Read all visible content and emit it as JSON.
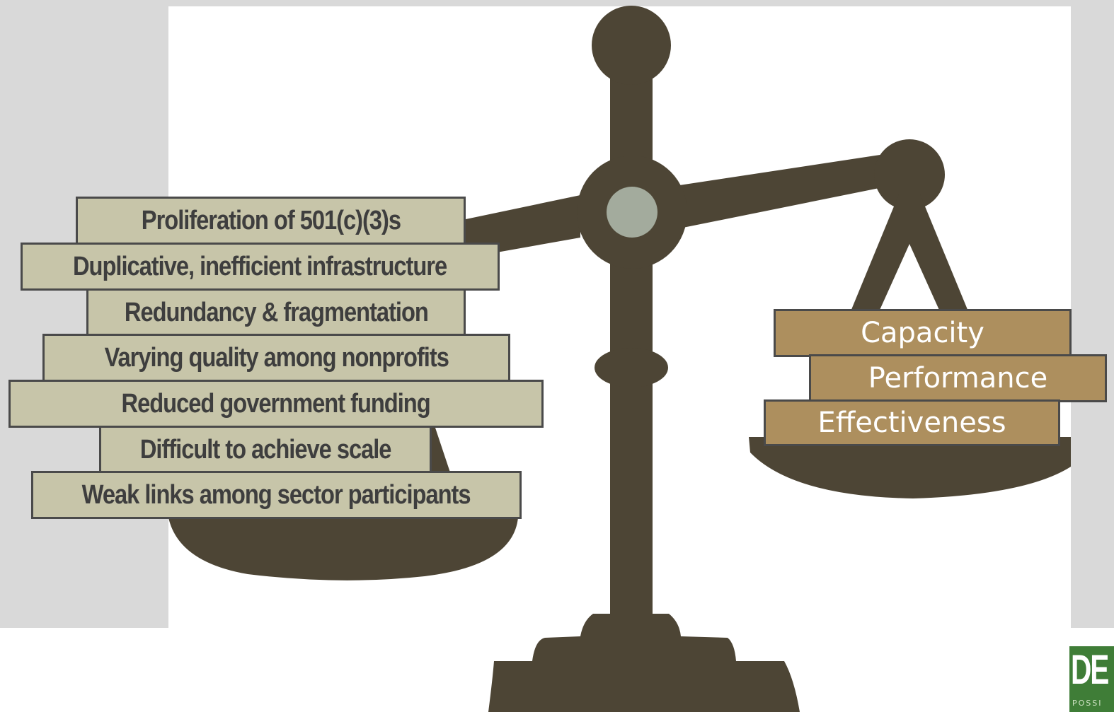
{
  "colors": {
    "background_gray": "#d9d9d9",
    "scale_brown": "#4d4535",
    "pivot_gray": "#a3ab9d",
    "left_box_fill": "#c7c5a9",
    "left_box_text": "#3e3e3e",
    "right_box_fill": "#ad8f5e",
    "right_box_text": "#ffffff",
    "logo_green": "#3f7d37"
  },
  "left_pan_labels": [
    "Proliferation of 501(c)(3)s",
    "Duplicative, inefficient infrastructure",
    "Redundancy & fragmentation",
    "Varying quality among nonprofits",
    "Reduced government funding",
    "Difficult to achieve scale",
    "Weak links among sector participants"
  ],
  "right_pan_labels": [
    "Capacity",
    "Performance",
    "Effectiveness"
  ],
  "logo": {
    "letters": "DE",
    "subtext": "POSSI"
  }
}
